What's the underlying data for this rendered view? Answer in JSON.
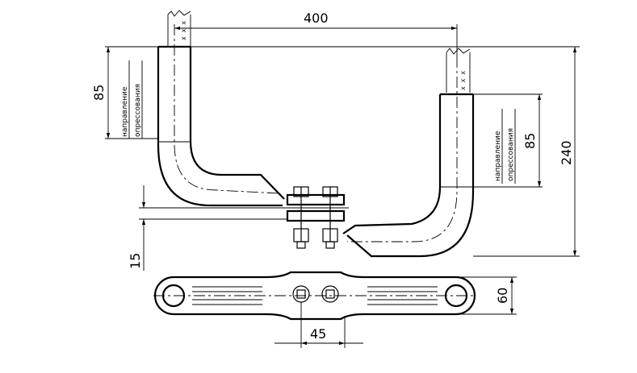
{
  "dimensions": {
    "top_width": "400",
    "left_height": "85",
    "right_height": "85",
    "total_height": "240",
    "offset": "15",
    "plate_width": "60",
    "bolt_spacing": "45"
  },
  "annotations": {
    "press_line1": "направление",
    "press_line2": "опрессования"
  },
  "markings": {
    "cross_hatch": "x x x"
  }
}
